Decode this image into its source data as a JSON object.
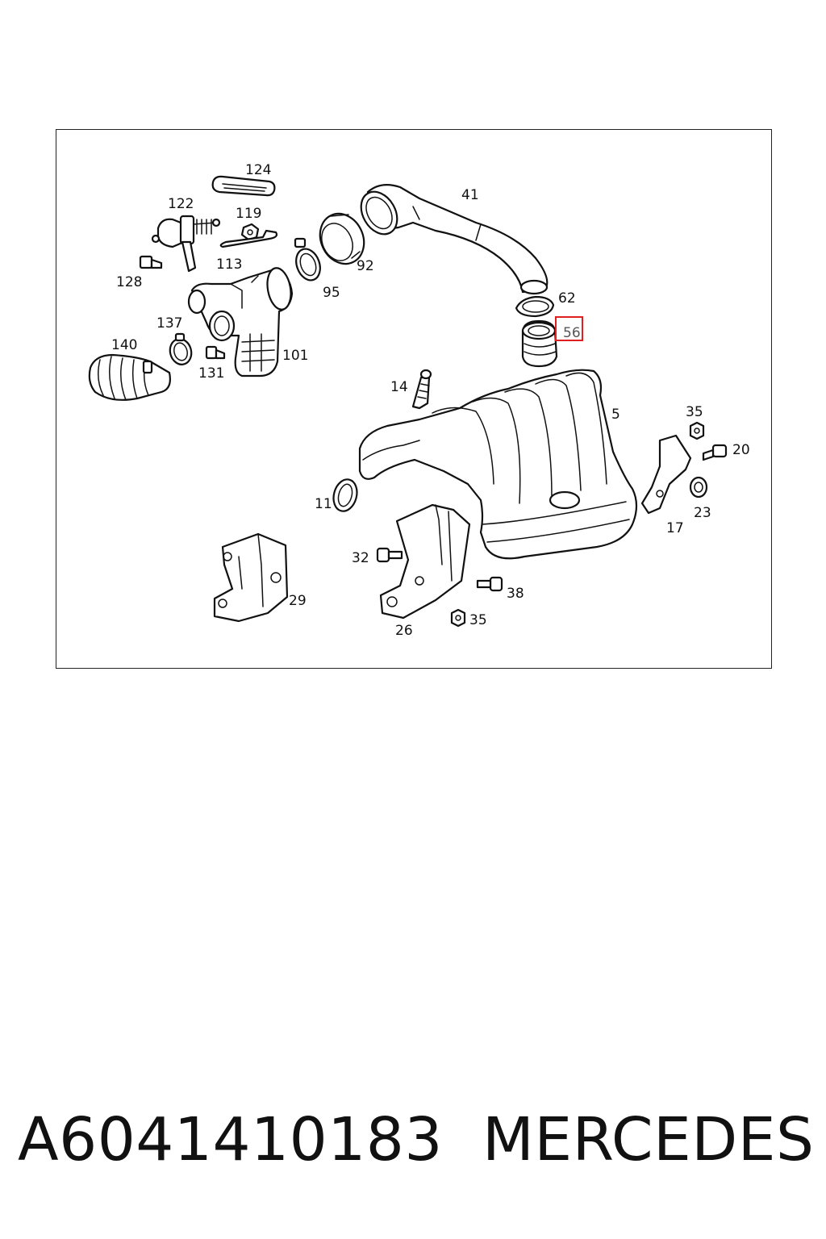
{
  "diagram": {
    "callouts": {
      "c124": "124",
      "c122": "122",
      "c119": "119",
      "c113": "113",
      "c128": "128",
      "c41": "41",
      "c92": "92",
      "c95": "95",
      "c62": "62",
      "c56": "56",
      "c137": "137",
      "c140": "140",
      "c131": "131",
      "c101": "101",
      "c14": "14",
      "c5": "5",
      "c35a": "35",
      "c20": "20",
      "c23": "23",
      "c17": "17",
      "c11": "11",
      "c32": "32",
      "c29": "29",
      "c38": "38",
      "c26": "26",
      "c35b": "35"
    },
    "highlighted_part": "56",
    "highlight_color": "#e02020"
  },
  "caption": {
    "part_number": "A6041410183",
    "brand": "MERCEDES"
  }
}
